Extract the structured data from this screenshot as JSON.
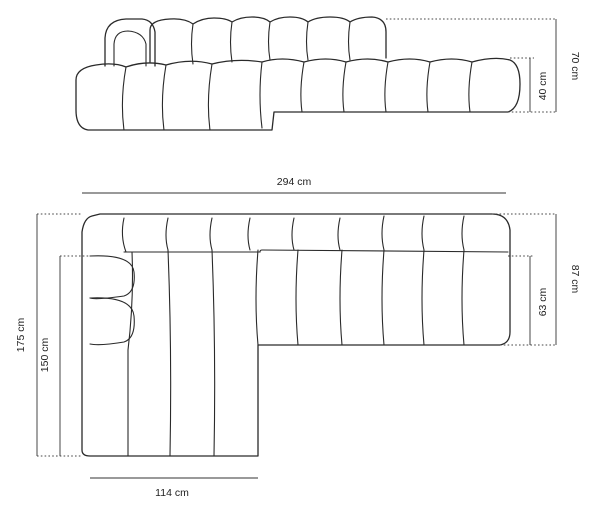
{
  "diagram": {
    "dimensions": {
      "side_view_height_total": "70 cm",
      "side_view_seat_height": "40 cm",
      "total_width": "294 cm",
      "total_depth": "175 cm",
      "chaise_length": "150 cm",
      "back_to_seat_depth": "87 cm",
      "seat_depth": "63 cm",
      "chaise_width": "114 cm"
    },
    "colors": {
      "line": "#2a2a2a",
      "background": "#ffffff"
    }
  }
}
